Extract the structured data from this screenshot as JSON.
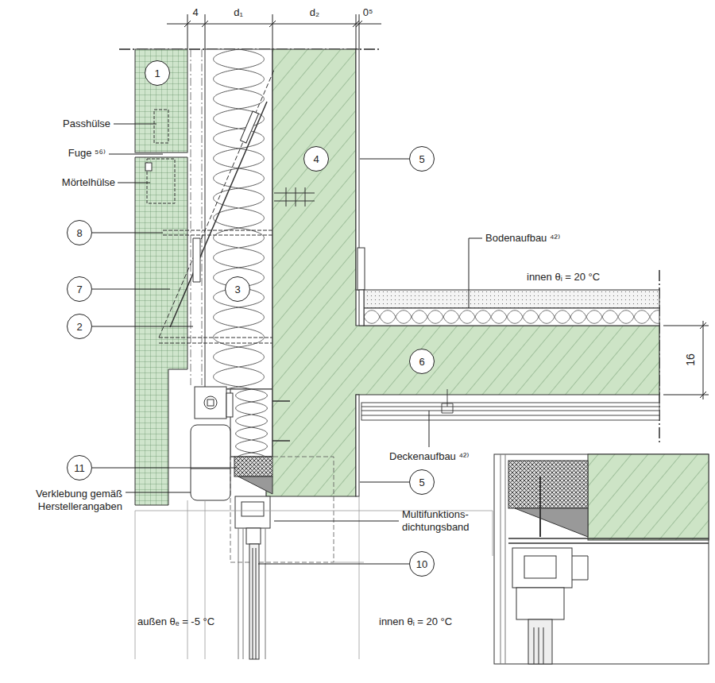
{
  "diagram": {
    "nodes": [
      {
        "text": [
          "1"
        ]
      },
      {
        "text": [
          "4"
        ]
      },
      {
        "text": [
          "5"
        ]
      },
      {
        "text": [
          "8"
        ]
      },
      {
        "text": [
          "3"
        ]
      },
      {
        "text": [
          "7"
        ]
      },
      {
        "text": [
          "2"
        ]
      },
      {
        "text": [
          "6"
        ]
      },
      {
        "text": [
          "11"
        ]
      },
      {
        "text": [
          "5"
        ]
      },
      {
        "text": [
          "10"
        ]
      }
    ],
    "labels": [
      "4",
      "d₁",
      "d₂",
      "0⁵",
      "Passhülse",
      "Fuge ⁵⁶⁾",
      "Mörtelhülse",
      "Bodenaufbau ⁴²⁾",
      "innen θᵢ = 20 °C",
      "16",
      "Deckenaufbau ⁴²⁾",
      "Verklebung gemäß Herstellerangaben",
      "Multifunktions- dichtungsband",
      "außen θₑ = -5 °C",
      "innen θᵢ = 20 °C"
    ]
  }
}
